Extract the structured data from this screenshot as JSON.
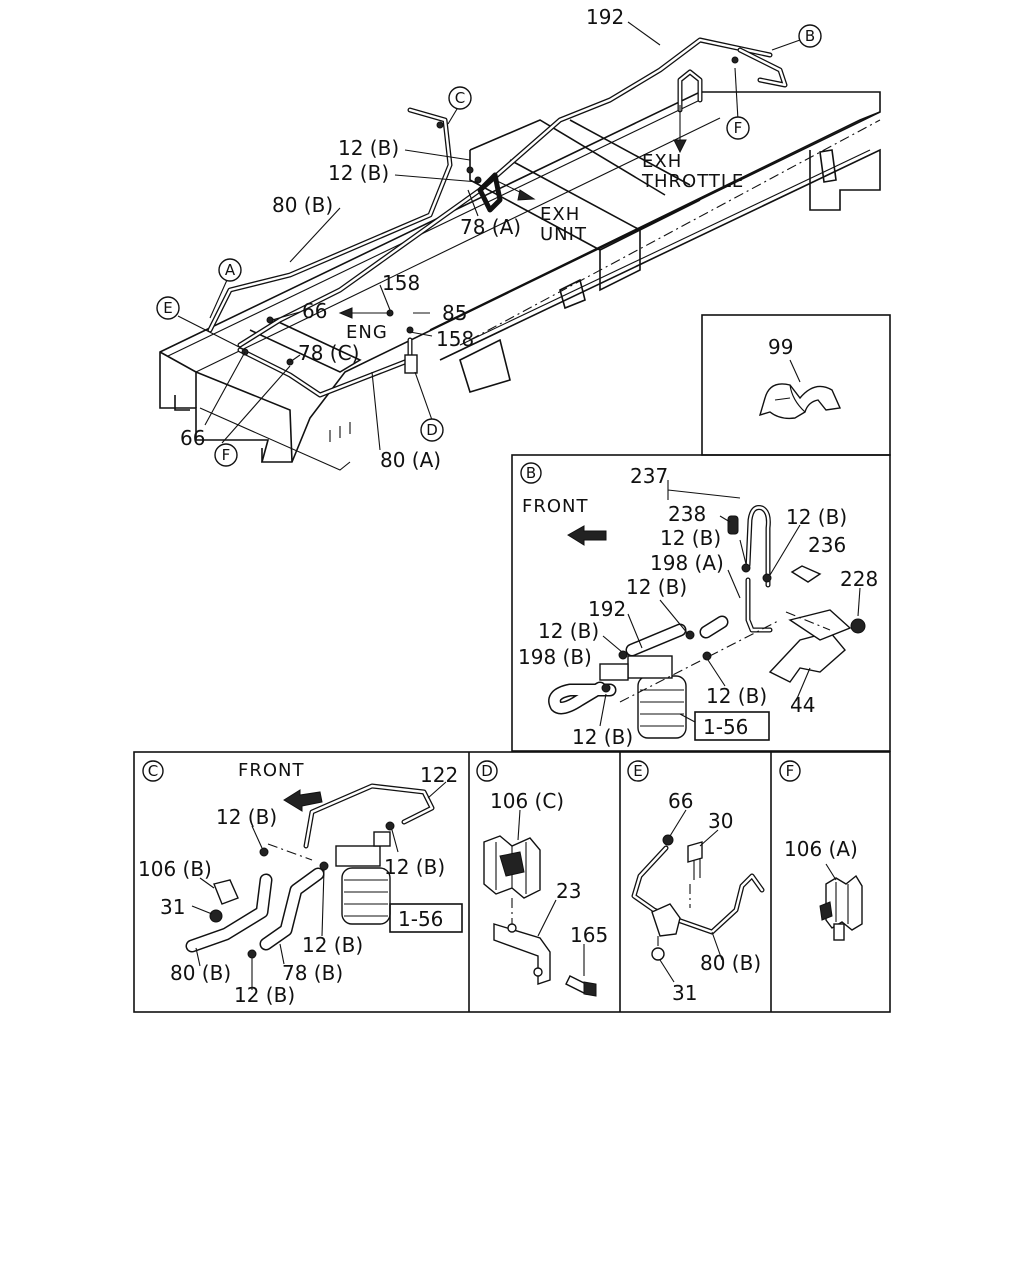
{
  "main": {
    "labels": {
      "p192": "192",
      "p12b_1": "12 (B)",
      "p12b_2": "12 (B)",
      "p80b": "80 (B)",
      "p78a": "78 (A)",
      "exh_unit": "EXH\nUNIT",
      "exh_throttle": "EXH\nTHROTTLE",
      "p158_1": "158",
      "p66_1": "66",
      "p85": "85",
      "eng": "ENG",
      "p158_2": "158",
      "p78c": "78 (C)",
      "p66_2": "66",
      "p80a": "80 (A)"
    },
    "callouts": {
      "a": "A",
      "b": "B",
      "c": "C",
      "d": "D",
      "e": "E",
      "f": "F"
    }
  },
  "inset_99": {
    "label": "99"
  },
  "detail_b": {
    "id": "B",
    "front": "FRONT",
    "labels": {
      "p237": "237",
      "p238": "238",
      "p12b_a": "12 (B)",
      "p12b_b": "12 (B)",
      "p236": "236",
      "p198a": "198 (A)",
      "p228": "228",
      "p12b_c": "12 (B)",
      "p192": "192",
      "p12b_d": "12 (B)",
      "p198b": "198 (B)",
      "p12b_e": "12 (B)",
      "p44": "44",
      "p12b_f": "12 (B)",
      "ref": "1-56"
    }
  },
  "detail_c": {
    "id": "C",
    "front": "FRONT",
    "labels": {
      "p122": "122",
      "p12b_a": "12 (B)",
      "p106b": "106 (B)",
      "p12b_b": "12 (B)",
      "p31": "31",
      "p12b_c": "12 (B)",
      "p80b": "80 (B)",
      "p78b": "78 (B)",
      "p12b_d": "12 (B)",
      "ref": "1-56"
    }
  },
  "detail_d": {
    "id": "D",
    "labels": {
      "p106c": "106 (C)",
      "p23": "23",
      "p165": "165"
    }
  },
  "detail_e": {
    "id": "E",
    "labels": {
      "p66": "66",
      "p30": "30",
      "p80b": "80 (B)",
      "p31": "31"
    }
  },
  "detail_f": {
    "id": "F",
    "labels": {
      "p106a": "106 (A)"
    }
  }
}
